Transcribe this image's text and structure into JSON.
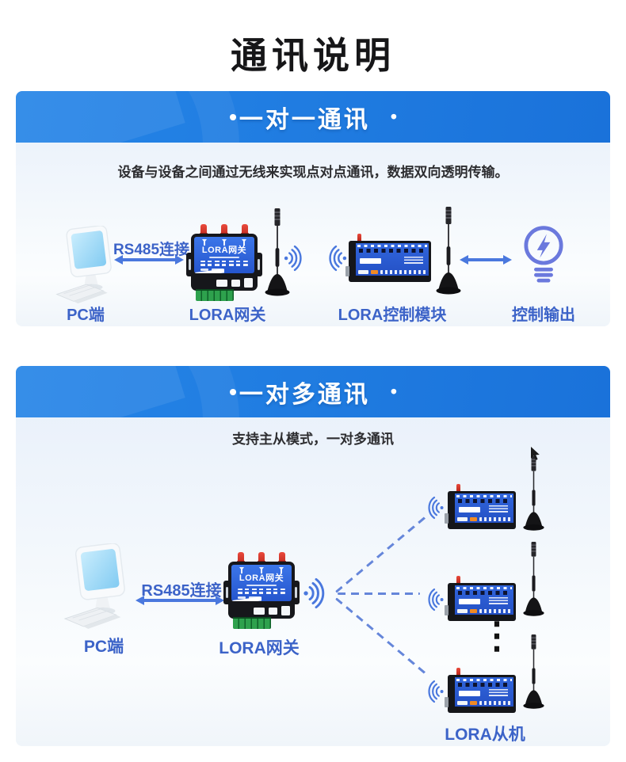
{
  "page": {
    "title": "通讯说明"
  },
  "theme": {
    "banner_blue": "#1f7ce2",
    "label_blue": "#3c63c8",
    "arrow_blue": "#4a78de",
    "bulb_blue": "#6b79dd",
    "device_panel_blue": "#2c5fd6",
    "antenna_red": "#e0352a",
    "terminal_green": "#2ea14d"
  },
  "section_one": {
    "bullet_left": "•",
    "bullet_right": "•",
    "title": "一对一通讯",
    "subtitle": "设备与设备之间通过无线来实现点对点通讯，数据双向透明传输。",
    "pc_label": "PC端",
    "link_label": "RS485连接",
    "gateway_label": "LORA网关",
    "gateway_panel_text": "LORA网关",
    "module_label": "LORA控制模块",
    "output_label": "控制输出"
  },
  "section_two": {
    "bullet_left": "•",
    "bullet_right": "•",
    "title": "一对多通讯",
    "subtitle": "支持主从模式，一对多通讯",
    "pc_label": "PC端",
    "link_label": "RS485连接",
    "gateway_label": "LORA网关",
    "gateway_panel_text": "LORA网关",
    "slave_label": "LORA从机",
    "more_indicator": "⋮"
  }
}
